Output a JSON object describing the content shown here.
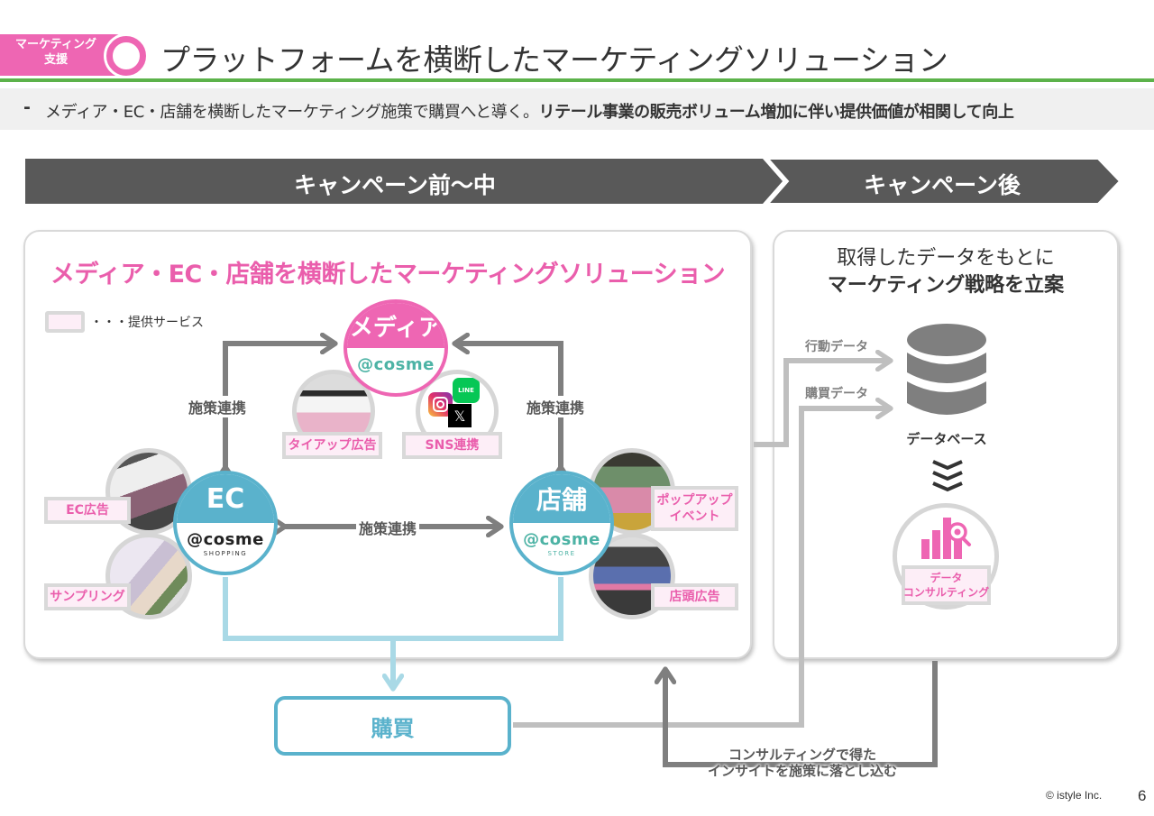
{
  "header": {
    "category_tag": [
      "マーケティング",
      "支援"
    ],
    "title": "プラットフォームを横断したマーケティングソリューション",
    "accent_pink": "#ee66b3",
    "rule_green": "#5cb24a"
  },
  "summary": {
    "bullet": "-",
    "text_regular": "メディア・EC・店舗を横断したマーケティング施策で購買へと導く。",
    "text_bold": "リテール事業の販売ボリューム増加に伴い提供価値が相関して向上"
  },
  "phases": [
    {
      "label": "キャンペーン前〜中"
    },
    {
      "label": "キャンペーン後"
    }
  ],
  "left_panel": {
    "heading": "メディア・EC・店舗を横断したマーケティングソリューション",
    "legend": "・・・提供サービス",
    "nodes": {
      "media": {
        "title": "メディア",
        "brand": "@cosme",
        "brand_sub": ""
      },
      "ec": {
        "title": "EC",
        "brand": "@cosme",
        "brand_sub": "SHOPPING"
      },
      "store": {
        "title": "店舗",
        "brand": "@cosme",
        "brand_sub": "STORE"
      }
    },
    "services": {
      "tieup": "タイアップ広告",
      "sns": "SNS連携",
      "ec_ad": "EC広告",
      "sampling": "サンプリング",
      "popup": [
        "ポップアップ",
        "イベント"
      ],
      "storefront": "店頭広告"
    },
    "sns_icons": [
      "instagram-icon",
      "line-icon",
      "x-icon"
    ],
    "line_icon_text": "LINE",
    "x_icon_text": "𝕏",
    "link_label": "施策連携",
    "brand_teal": "#4db3a5",
    "node_blue": "#5ab2cc"
  },
  "purchase": {
    "label": "購買"
  },
  "right_panel": {
    "heading_line1": "取得したデータをもとに",
    "heading_line2": "マーケティング戦略を立案",
    "behavior_data": "行動データ",
    "purchase_data": "購買データ",
    "database": "データベース",
    "consulting": [
      "データ",
      "コンサルティング"
    ]
  },
  "feedback": {
    "line1": "コンサルティングで得た",
    "line2": "インサイトを施策に落とし込む"
  },
  "footer": {
    "copyright": "© istyle Inc.",
    "page_number": "6"
  }
}
